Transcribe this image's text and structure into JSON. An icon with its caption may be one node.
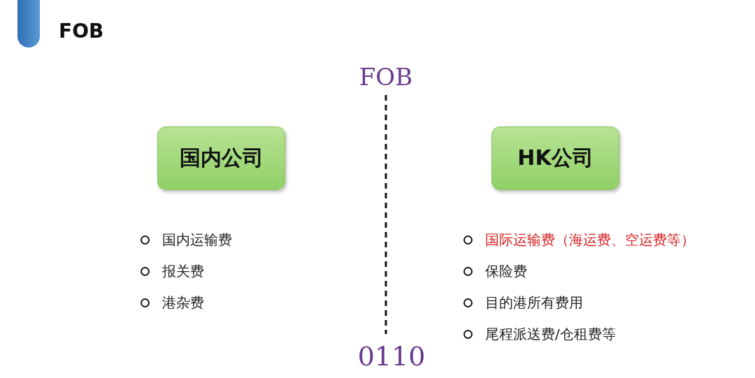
{
  "diagram": {
    "title": "FOB",
    "nodes": [
      {
        "text": [
          "国内公司"
        ]
      },
      {
        "text": [
          "HK公司"
        ]
      }
    ],
    "labels": [
      "FOB",
      "国内运输费",
      "报关费",
      "港杂费",
      "国际运输费（海运费、空运费等）",
      "保险费",
      "目的港所有费用",
      "尾程派送费/仓租费等",
      "0110"
    ]
  }
}
